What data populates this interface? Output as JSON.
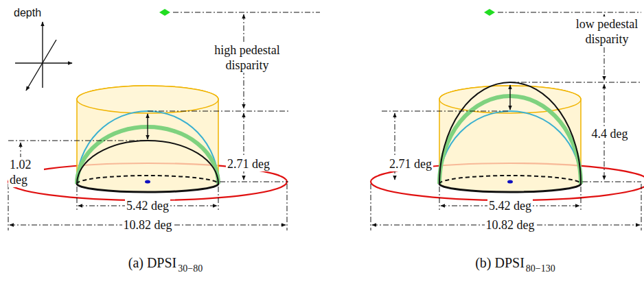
{
  "diagram": {
    "labels": [
      "depth",
      "high pedestal disparity",
      "2.71 deg",
      "1.02 deg",
      "5.42 deg",
      "10.82 deg",
      "(a) DPSI",
      "30−80",
      "low pedestal disparity",
      "2.71 deg",
      "4.4 deg",
      "5.42 deg",
      "10.82 deg",
      "(b) DPSI",
      "80−130"
    ]
  }
}
